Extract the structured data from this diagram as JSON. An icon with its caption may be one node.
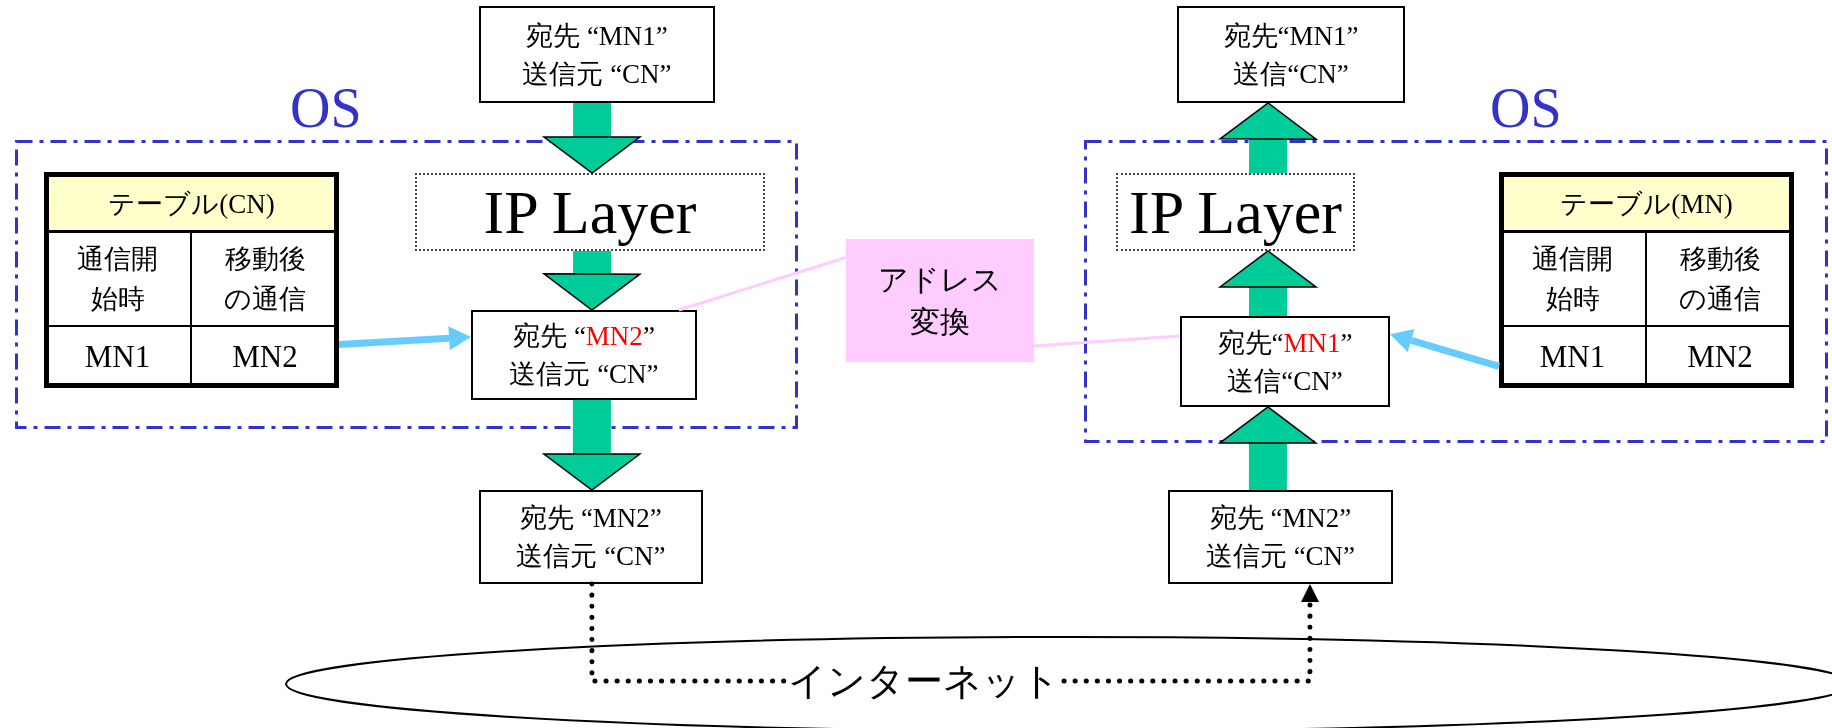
{
  "diagram": {
    "nodes": [
      {
        "text": [
          "宛先 “MN1”",
          "送信元 “CN”"
        ]
      },
      {
        "text": [
          "宛先“MN1”",
          "送信“CN”"
        ]
      },
      {
        "text": [
          "OS"
        ]
      },
      {
        "text": [
          "テーブル(CN)"
        ],
        "in": 2
      },
      {
        "text": [
          "通信開始時"
        ],
        "in": 3
      },
      {
        "text": [
          "移動後の通信"
        ],
        "in": 3
      },
      {
        "text": [
          "MN1"
        ],
        "in": 3
      },
      {
        "text": [
          "MN2"
        ],
        "in": 3
      },
      {
        "text": [
          "IP Layer"
        ],
        "in": 2
      },
      {
        "text": [
          "宛先 “MN2”",
          "送信元 “CN”"
        ],
        "in": 2
      },
      {
        "text": [
          "アドレス変換"
        ]
      },
      {
        "text": [
          "OS"
        ]
      },
      {
        "text": [
          "IP Layer"
        ],
        "in": 11
      },
      {
        "text": [
          "宛先“MN1”",
          "送信“CN”"
        ],
        "in": 11
      },
      {
        "text": [
          "テーブル(MN)"
        ],
        "in": 11
      },
      {
        "text": [
          "通信開始時"
        ],
        "in": 14
      },
      {
        "text": [
          "移動後の通信"
        ],
        "in": 14
      },
      {
        "text": [
          "MN1"
        ],
        "in": 14
      },
      {
        "text": [
          "MN2"
        ],
        "in": 14
      },
      {
        "text": [
          "宛先 “MN2”",
          "送信元 “CN”"
        ]
      },
      {
        "text": [
          "宛先 “MN2”",
          "送信元 “CN”"
        ]
      },
      {
        "text": [],
        "shape": "ellipse"
      },
      {
        "text": [
          "インターネット"
        ],
        "in": 21
      }
    ],
    "edges": [
      {
        "from": 0,
        "to": 8,
        "arrow": "to",
        "style": "thick"
      },
      {
        "from": 8,
        "to": 9,
        "arrow": "to",
        "style": "thick"
      },
      {
        "from": 9,
        "to": 19,
        "arrow": "to",
        "style": "thick"
      },
      {
        "from": 20,
        "to": 13,
        "arrow": "to",
        "style": "thick"
      },
      {
        "from": 13,
        "to": 12,
        "arrow": "to",
        "style": "thick"
      },
      {
        "from": 12,
        "to": 1,
        "arrow": "to",
        "style": "thick"
      },
      {
        "from": 7,
        "to": 9,
        "arrow": "to",
        "color": "#66ccff"
      },
      {
        "from": 17,
        "to": 13,
        "arrow": "to",
        "color": "#66ccff"
      },
      {
        "from": 10,
        "to": 9,
        "arrow": "none",
        "color": "#ffccff"
      },
      {
        "from": 10,
        "to": 13,
        "arrow": "none",
        "color": "#ffccff"
      },
      {
        "from": 19,
        "to": 22,
        "arrow": "none",
        "style": "dashed",
        "color": "#000000"
      },
      {
        "from": 22,
        "to": 20,
        "arrow": "to",
        "style": "dashed",
        "color": "#000000"
      }
    ]
  }
}
